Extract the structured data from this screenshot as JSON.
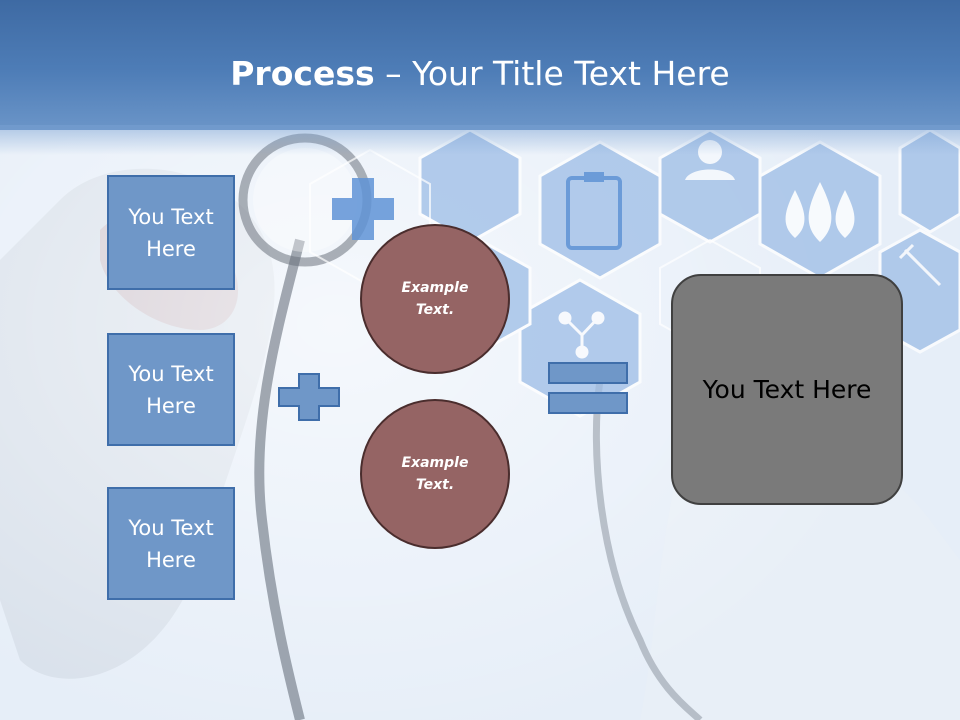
{
  "slide": {
    "title_bold": "Process",
    "title_rest": " – Your Title Text Here",
    "left_boxes": [
      "You Text Here",
      "You Text Here",
      "You Text Here"
    ],
    "circles": [
      "Example Text.",
      "Example Text."
    ],
    "result_text": "You Text Here",
    "plus_icon": "plus-icon",
    "equals_icon": "equals-icon"
  },
  "colors": {
    "header": "#4e7db7",
    "box_fill": "#6f97c8",
    "circle_fill": "#956464",
    "result_fill": "#7a7a7a"
  }
}
